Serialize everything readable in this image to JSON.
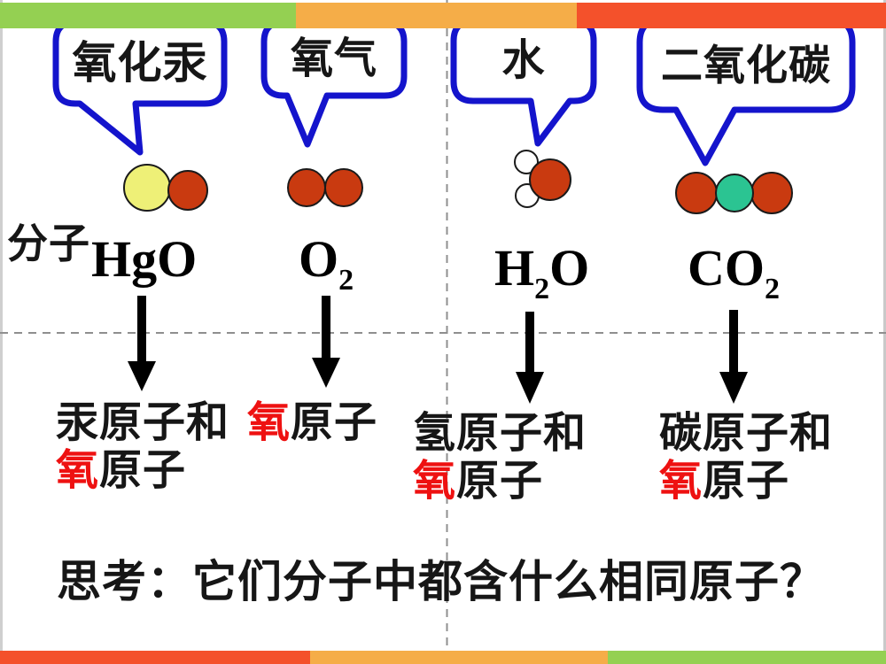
{
  "slide": {
    "bubbles": [
      {
        "label": "氧化汞"
      },
      {
        "label": "氧气"
      },
      {
        "label": "水"
      },
      {
        "label": "二氧化碳"
      }
    ],
    "row_label": "分子",
    "columns": [
      {
        "name": "mercury-oxide",
        "formula": {
          "pre": "HgO",
          "sub": "",
          "post": ""
        },
        "label": {
          "line1": "汞原子和",
          "line2_red": "氧",
          "line2_rest": "原子"
        }
      },
      {
        "name": "oxygen",
        "formula": {
          "pre": "O",
          "sub": "2",
          "post": ""
        },
        "label": {
          "line1_red": "氧",
          "line1_rest": "原子"
        }
      },
      {
        "name": "water",
        "formula": {
          "pre": "H",
          "sub": "2",
          "post": "O"
        },
        "label": {
          "line1": "氢原子和",
          "line2_red": "氧",
          "line2_rest": "原子"
        }
      },
      {
        "name": "carbon-dioxide",
        "formula": {
          "pre": "CO",
          "sub": "2",
          "post": ""
        },
        "label": {
          "line1": "碳原子和",
          "line2_red": "氧",
          "line2_rest": "原子"
        }
      }
    ],
    "question": "思考：它们分子中都含什么相同原子？",
    "molecules": [
      {
        "formula": "HgO",
        "atoms": [
          {
            "element": "Hg",
            "color": "#eef077"
          },
          {
            "element": "O",
            "color": "#c93a10"
          }
        ]
      },
      {
        "formula": "O2",
        "atoms": [
          {
            "element": "O",
            "color": "#c93a10"
          },
          {
            "element": "O",
            "color": "#c93a10"
          }
        ]
      },
      {
        "formula": "H2O",
        "atoms": [
          {
            "element": "H",
            "color": "#ffffff"
          },
          {
            "element": "H",
            "color": "#ffffff"
          },
          {
            "element": "O",
            "color": "#c93a10"
          }
        ]
      },
      {
        "formula": "CO2",
        "atoms": [
          {
            "element": "O",
            "color": "#c93a10"
          },
          {
            "element": "C",
            "color": "#2bc492"
          },
          {
            "element": "O",
            "color": "#c93a10"
          }
        ]
      }
    ],
    "colors": {
      "bubble_border_blue": "#1414cc",
      "oxygen_red": "#c93a10",
      "mercury_yellow": "#eef077",
      "carbon_teal": "#2bc492",
      "hydrogen_white": "#ffffff",
      "highlight_red": "#ee1111",
      "bar_green": "#94d052",
      "bar_orange": "#f5ad48",
      "bar_red_orange": "#f4512b",
      "dashed_line_gray": "#8f8f8f"
    }
  }
}
